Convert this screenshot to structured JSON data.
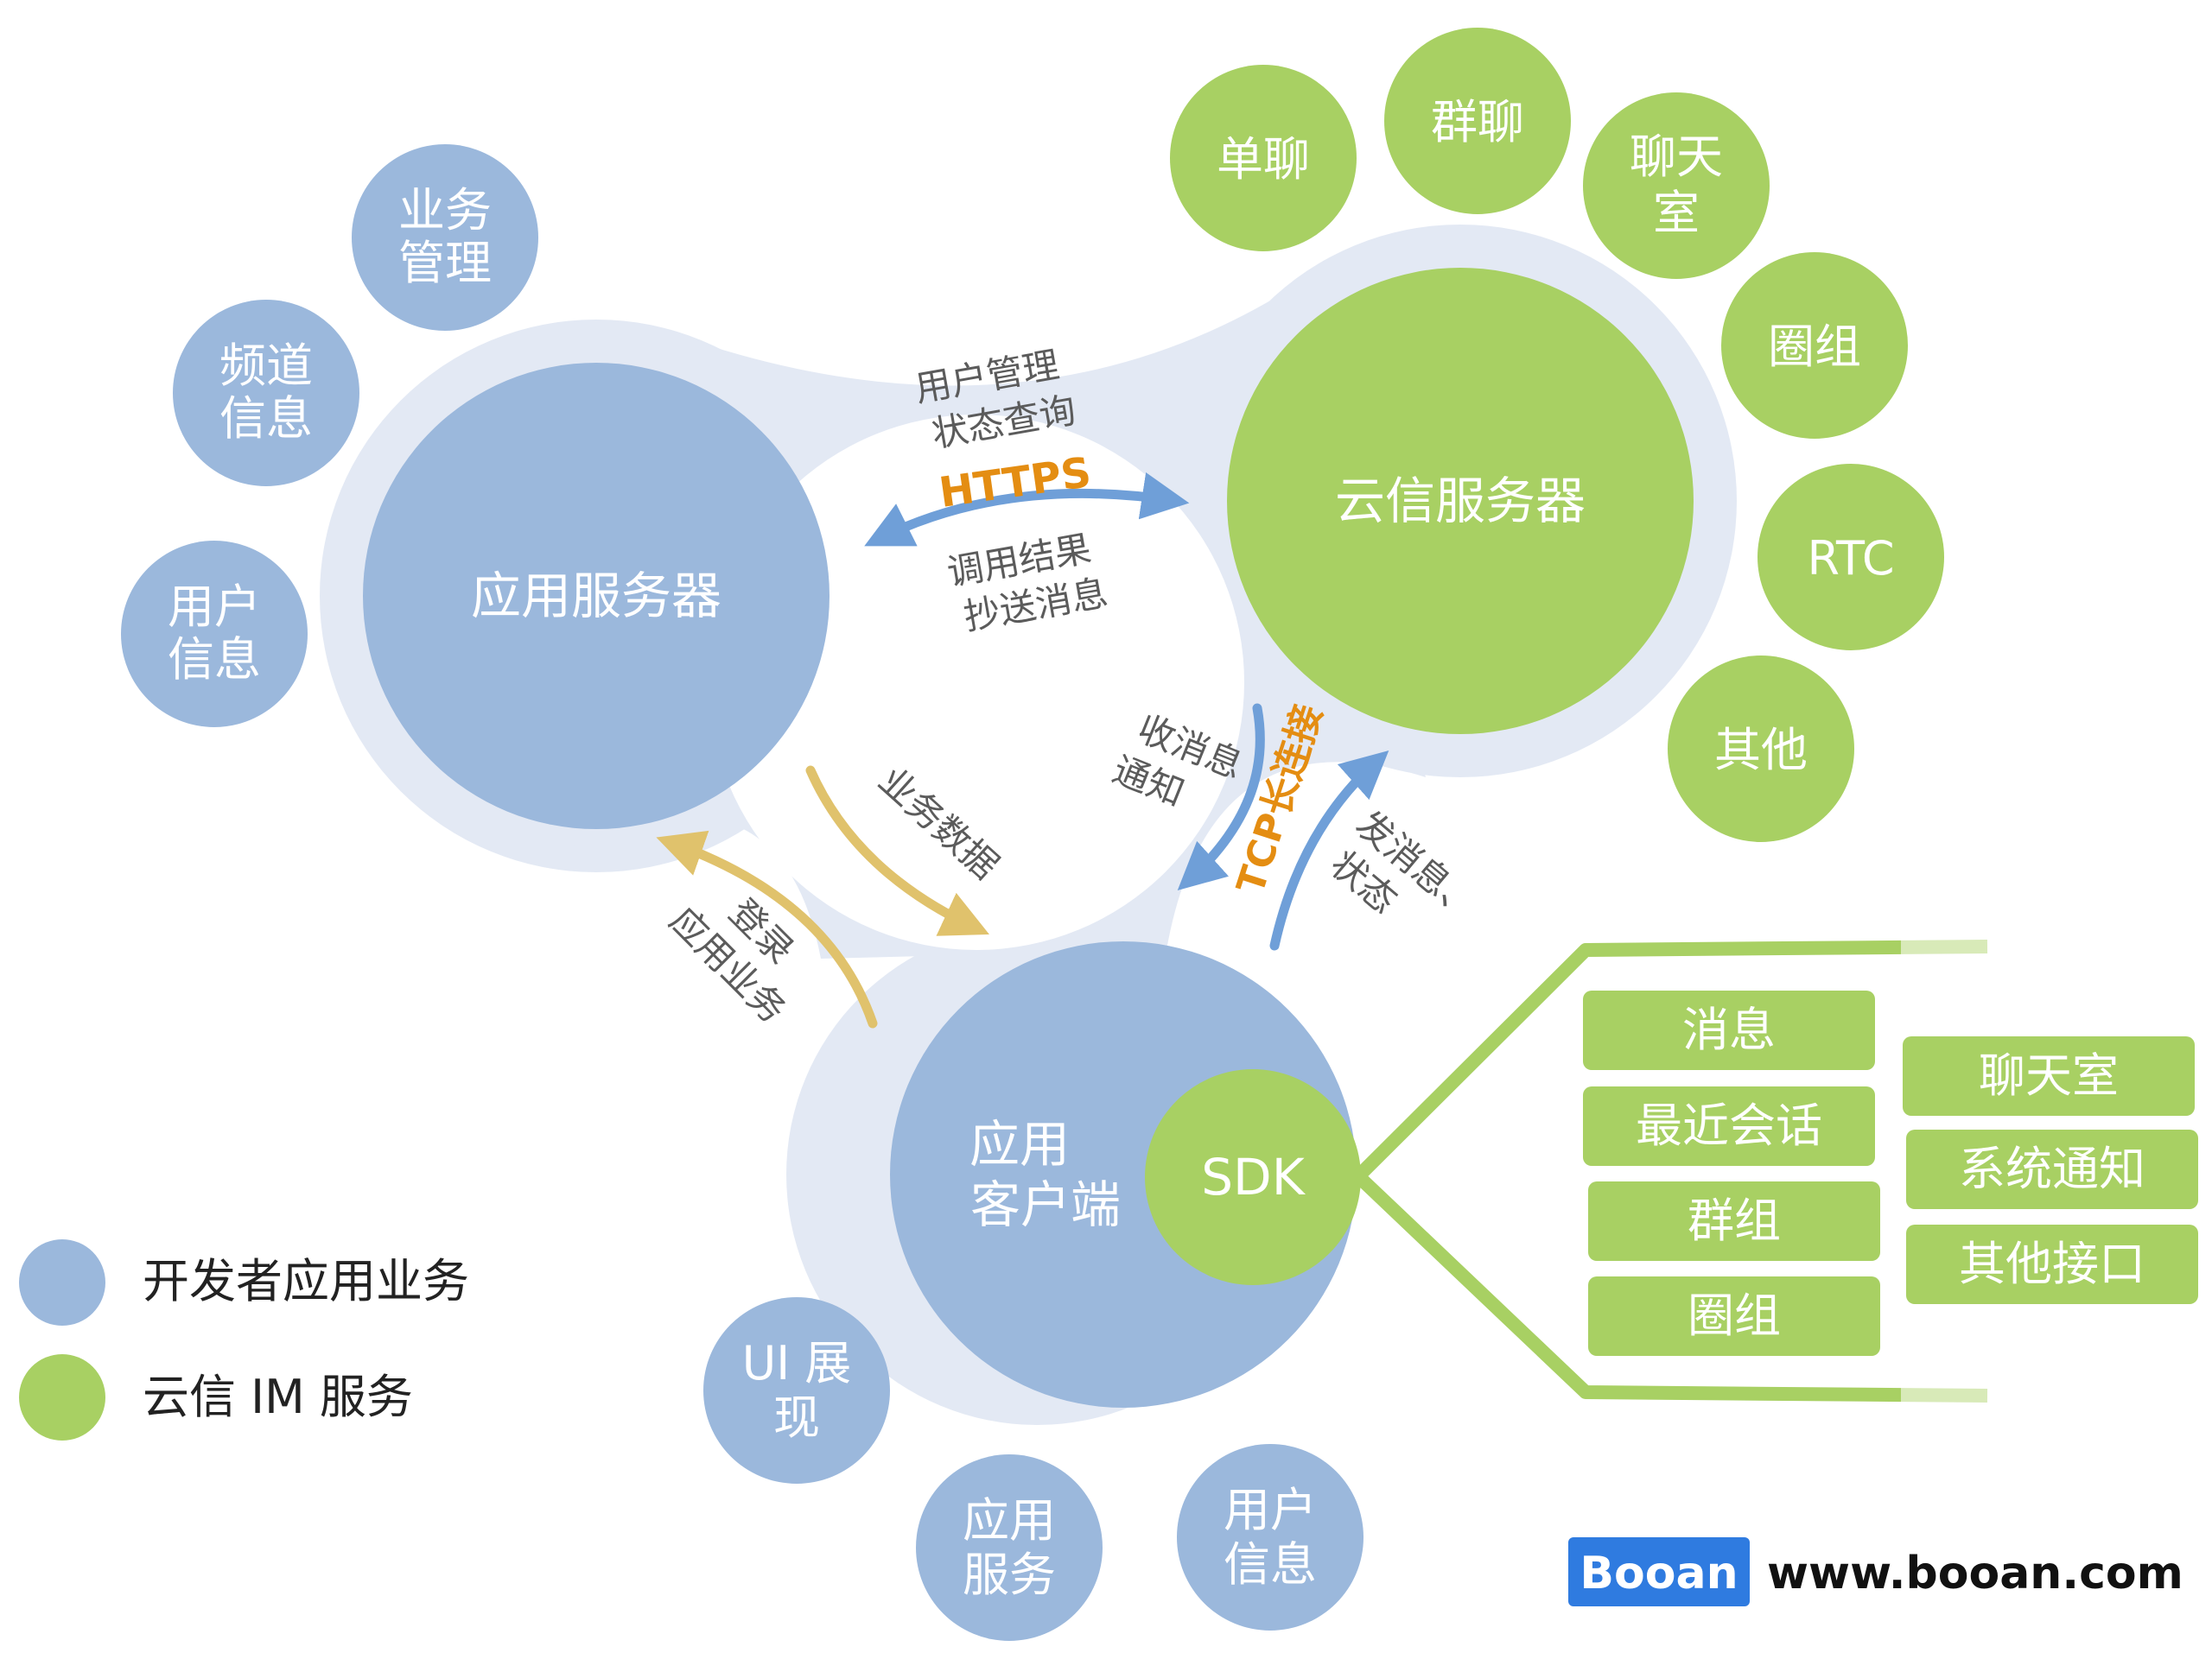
{
  "main_nodes": {
    "app_server": "应用服务器",
    "cloud_server": "云信服务器",
    "app_client": [
      "应用",
      "客户端"
    ],
    "sdk": "SDK"
  },
  "app_server_satellites": [
    [
      "业务",
      "管理"
    ],
    [
      "频道",
      "信息"
    ],
    [
      "用户",
      "信息"
    ]
  ],
  "cloud_satellites": [
    [
      "单聊"
    ],
    [
      "群聊"
    ],
    [
      "聊天",
      "室"
    ],
    [
      "圈组"
    ],
    [
      "RTC"
    ],
    [
      "其他"
    ]
  ],
  "client_satellites": [
    [
      "UI 展",
      "现"
    ],
    [
      "应用",
      "服务"
    ],
    [
      "用户",
      "信息"
    ]
  ],
  "links": {
    "https_top": [
      "用户管理",
      "状态查询"
    ],
    "https_label": "HTTPS",
    "https_bottom": [
      "调用结果",
      "抄送消息"
    ],
    "business_data": "业务数据",
    "login": [
      "登录",
      "应用业务"
    ],
    "tcp_label": "TCP长连接",
    "receive": [
      "收消息",
      "通知"
    ],
    "send": [
      "发消息、",
      "状态"
    ]
  },
  "sdk_features": {
    "left": [
      "消息",
      "最近会话",
      "群组",
      "圈组"
    ],
    "right": [
      "聊天室",
      "系统通知",
      "其他接口"
    ]
  },
  "legend": [
    {
      "label": "开发者应用业务",
      "color": "#9bb8dc"
    },
    {
      "label": "云信 IM 服务",
      "color": "#a8d063"
    }
  ],
  "watermark": {
    "brand": "Booan",
    "url": "www.booan.com"
  },
  "colors": {
    "blue": "#9bb8dc",
    "green": "#a8d063",
    "halo": "#e3e9f4",
    "arrow_blue": "#6f9fd8",
    "arrow_gold": "#e0c26c",
    "orange": "#e48d12",
    "brand_blue": "#2f7be0"
  }
}
